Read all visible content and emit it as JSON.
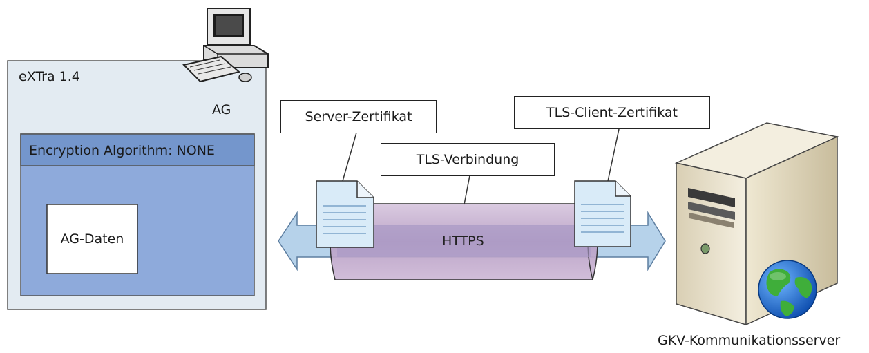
{
  "client": {
    "system_label": "eXTra 1.4",
    "workstation_label": "AG",
    "encryption_header": "Encryption Algorithm: NONE",
    "data_label": "AG-Daten"
  },
  "connection": {
    "server_cert_label": "Server-Zertifikat",
    "client_cert_label": "TLS-Client-Zertifikat",
    "channel_label": "TLS-Verbindung",
    "protocol_label": "HTTPS"
  },
  "server": {
    "label": "GKV-Kommunikationsserver"
  },
  "icons": {
    "workstation": "computer-icon",
    "server": "server-tower-icon",
    "globe": "globe-icon",
    "certificate": "document-icon"
  },
  "colors": {
    "client_panel": "#e3ebf2",
    "encryption_panel": "#8eaadb",
    "header_band": "#7496cc",
    "tunnel": "#c9b3d3",
    "arrow": "#b6d2ea"
  }
}
